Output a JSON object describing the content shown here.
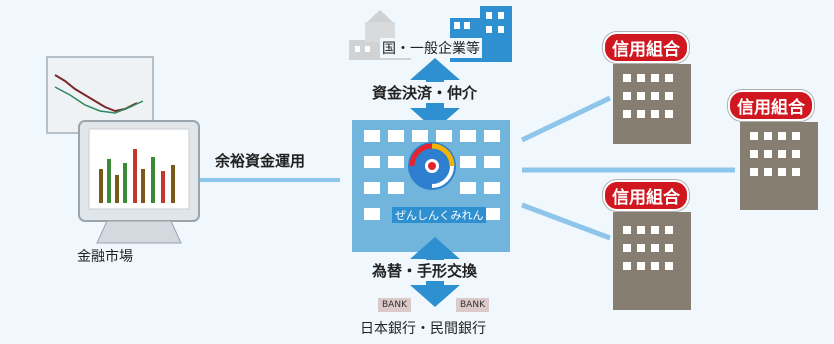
{
  "labels": {
    "government_enterprise": "国・一般企業等",
    "settlement": "資金決済・仲介",
    "fund_management": "余裕資金運用",
    "exchange": "為替・手形交換",
    "financial_market": "金融市場",
    "banks": "日本銀行・民間銀行",
    "bank_chip_1": "BANK",
    "bank_chip_2": "BANK",
    "logo_text": "ぜんしんくみれん"
  },
  "credit_unions": [
    {
      "label": "信用組合"
    },
    {
      "label": "信用組合"
    },
    {
      "label": "信用組合"
    }
  ],
  "colors": {
    "background": "#f1f8fd",
    "arrow_blue": "#2e8fd1",
    "connector": "#8ec5ea",
    "central_building": "#71b5dd",
    "union_building": "#877e72",
    "badge_red": "#d0161e"
  }
}
